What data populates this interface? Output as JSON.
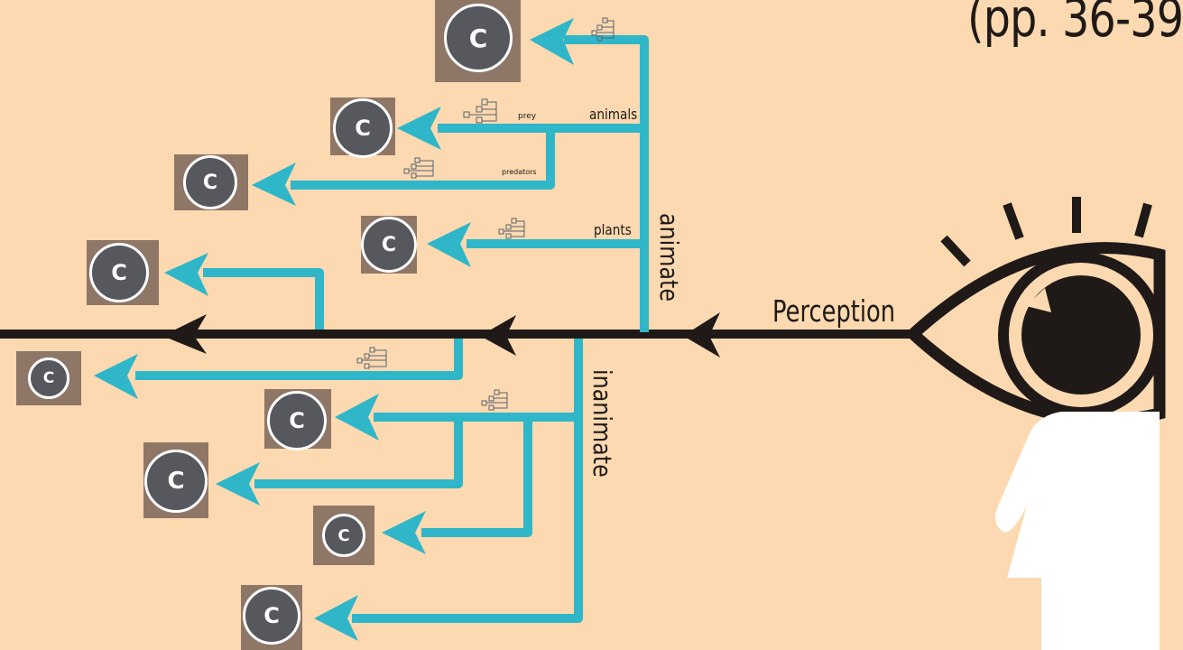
{
  "page_reference": "(pp. 36-39",
  "labels": {
    "perception": "Perception",
    "animate": "animate",
    "inanimate": "inanimate",
    "animals": "animals",
    "plants": "plants",
    "prey": "prey",
    "predators": "predators"
  },
  "node_letter": "C",
  "colors": {
    "background": "#fcd9b0",
    "branch": "#2fb6c9",
    "main_axis": "#1f1a17",
    "node_box": "#8f7768",
    "node_circle": "#56585e",
    "figure": "#ffffff"
  },
  "icons": [
    "eye-icon",
    "person-figure-icon",
    "mini-tree-icon"
  ]
}
